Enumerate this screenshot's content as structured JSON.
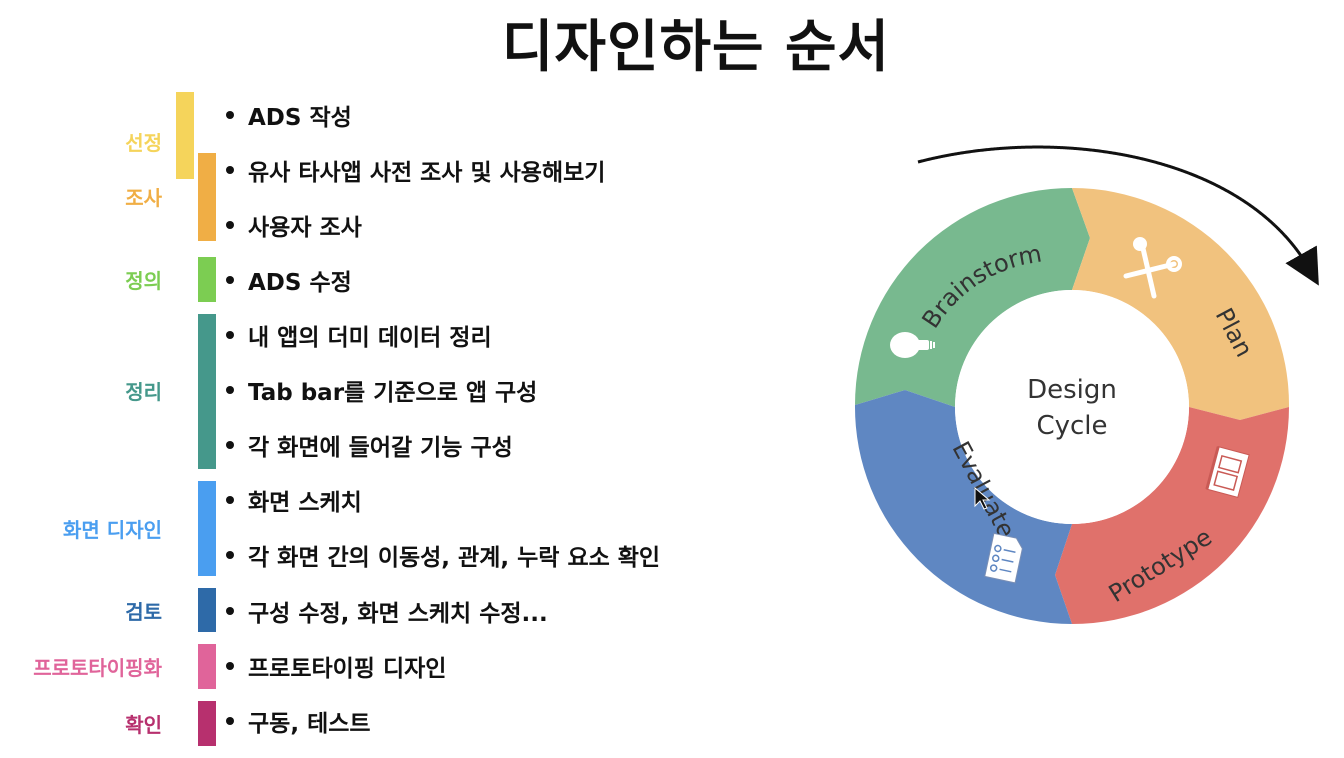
{
  "title": "디자인하는 순서",
  "stages": [
    {
      "label": "선정",
      "color": "#f5d45b"
    },
    {
      "label": "조사",
      "color": "#f0ae45"
    },
    {
      "label": "정의",
      "color": "#7ccd52"
    },
    {
      "label": "정리",
      "color": "#45988b"
    },
    {
      "label": "화면 디자인",
      "color": "#4a9ef0"
    },
    {
      "label": "검토",
      "color": "#2e6aa8"
    },
    {
      "label": "프로토타이핑화",
      "color": "#e0649a"
    },
    {
      "label": "확인",
      "color": "#b7306e"
    }
  ],
  "items": [
    "ADS 작성",
    "유사 타사앱 사전 조사 및 사용해보기",
    "사용자 조사",
    "ADS 수정",
    "내 앱의 더미 데이터 정리",
    "Tab bar를 기준으로 앱 구성",
    "각 화면에 들어갈 기능 구성",
    "화면 스케치",
    "각 화면 간의 이동성, 관계, 누락 요소 확인",
    "구성 수정, 화면 스케치 수정...",
    "프로토타이핑 디자인",
    "구동, 테스트"
  ],
  "cycle": {
    "center_line1": "Design",
    "center_line2": "Cycle",
    "segments": [
      {
        "label": "Brainstorm",
        "color": "#78b98f",
        "icon": "lightbulb-icon"
      },
      {
        "label": "Plan",
        "color": "#f1c27e",
        "icon": "tools-icon"
      },
      {
        "label": "Prototype",
        "color": "#e0716b",
        "icon": "blueprint-icon"
      },
      {
        "label": "Evaluate",
        "color": "#5f87c2",
        "icon": "checklist-icon"
      }
    ]
  }
}
